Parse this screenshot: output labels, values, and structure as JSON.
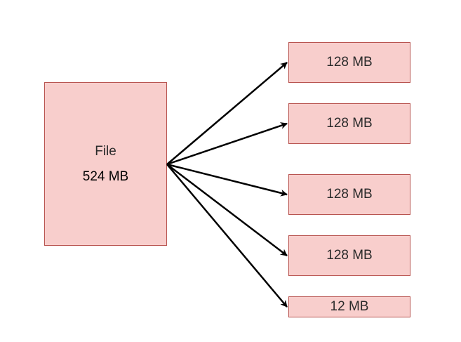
{
  "file": {
    "title": "File",
    "size": "524 MB"
  },
  "blocks": [
    {
      "label": "128 MB"
    },
    {
      "label": "128 MB"
    },
    {
      "label": "128 MB"
    },
    {
      "label": "128 MB"
    },
    {
      "label": "12 MB"
    }
  ],
  "colors": {
    "box_fill": "#f8cecc",
    "box_border": "#b85450",
    "arrow": "#000000"
  }
}
